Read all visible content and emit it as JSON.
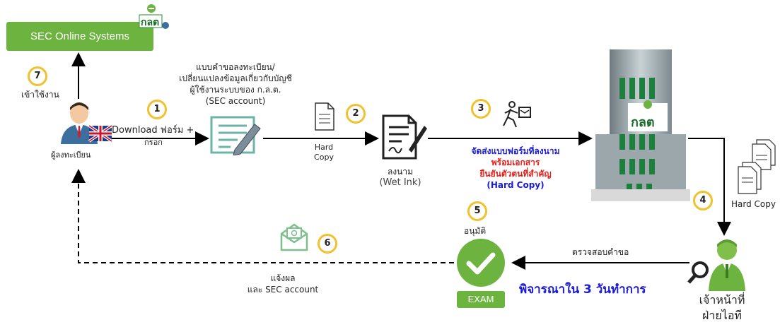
{
  "sec_online": "SEC Online Systems",
  "sec_logo_text": "กลต",
  "steps": {
    "s1": "1",
    "s2": "2",
    "s3": "3",
    "s4": "4",
    "s5": "5",
    "s6": "6",
    "s7": "7"
  },
  "labels": {
    "access": "เข้าใช้งาน",
    "registrant": "ผู้ลงทะเบียน",
    "download_line1": "Download ฟอร์ม +",
    "download_line2": "กรอก",
    "form_title_1": "แบบคำขอลงทะเบียน/",
    "form_title_2": "เปลี่ยนแปลงข้อมูลเกี่ยวกับบัญชี",
    "form_title_3": "ผู้ใช้งานระบบของ ก.ล.ต.",
    "form_title_4": "(SEC account)",
    "hard_copy_1": "Hard",
    "hard_copy_2": "Copy",
    "sign_1": "ลงนาม",
    "sign_2": "(Wet Ink)",
    "send_1": "จัดส่งแบบฟอร์มที่ลงนาม",
    "send_2": "พร้อมเอกสาร",
    "send_3": "ยืนยันตัวตนที่สำคัญ",
    "send_4": "(Hard Copy)",
    "building_logo": "กลต",
    "hard_copy_right": "Hard Copy",
    "approve": "อนุมัติ",
    "exam": "EXAM",
    "check_request": "ตรวจสอบคำขอ",
    "consider": "พิจารณาใน 3 วันทำการ",
    "officer_1": "เจ้าหน้าที่",
    "officer_2": "ฝ่ายไอที",
    "notify_1": "แจ้งผล",
    "notify_2": "และ SEC account"
  },
  "colors": {
    "green": "#6cb33f",
    "step_ring": "#f2c12e",
    "blue_text": "#1b1bd8",
    "red_text": "#e0201c"
  }
}
